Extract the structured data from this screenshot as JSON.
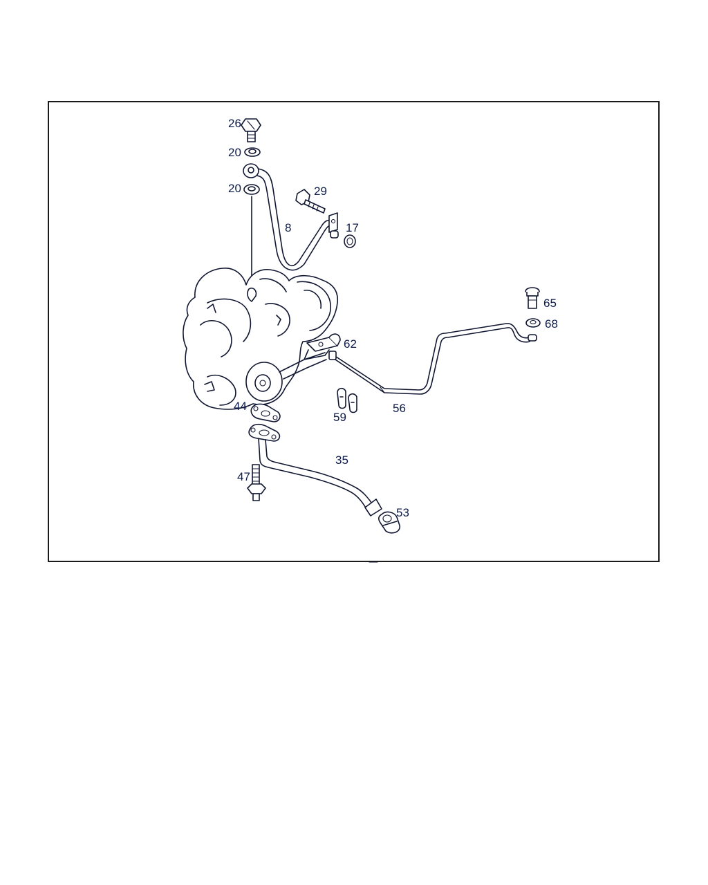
{
  "diagram": {
    "colors": {
      "frame": "#1a1a1a",
      "line": "#0f1530",
      "label": "#0c1a4a",
      "background": "#ffffff"
    },
    "callouts": {
      "p26": "26",
      "p20a": "20",
      "p20b": "20",
      "p29": "29",
      "p8": "8",
      "p17": "17",
      "p65": "65",
      "p68": "68",
      "p62": "62",
      "p44": "44",
      "p59": "59",
      "p56": "56",
      "p35": "35",
      "p47": "47",
      "p53": "53"
    }
  }
}
